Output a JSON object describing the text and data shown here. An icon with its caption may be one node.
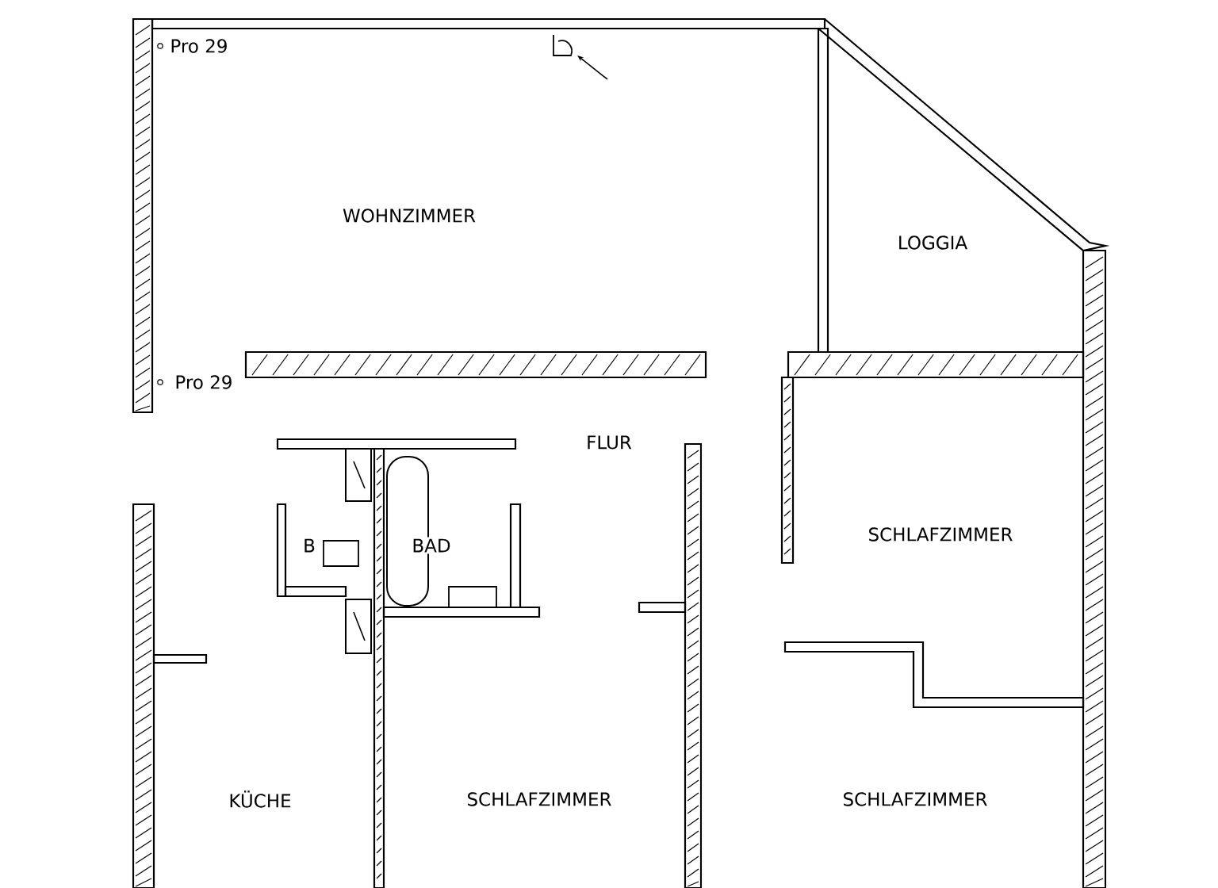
{
  "diagram": {
    "labels": [
      "Pro 29",
      "WOHNZIMMER",
      "LOGGIA",
      "Pro 29",
      "FLUR",
      "SCHLAFZIMMER",
      "B",
      "BAD",
      "KÜCHE",
      "SCHLAFZIMMER",
      "SCHLAFZIMMER"
    ]
  }
}
